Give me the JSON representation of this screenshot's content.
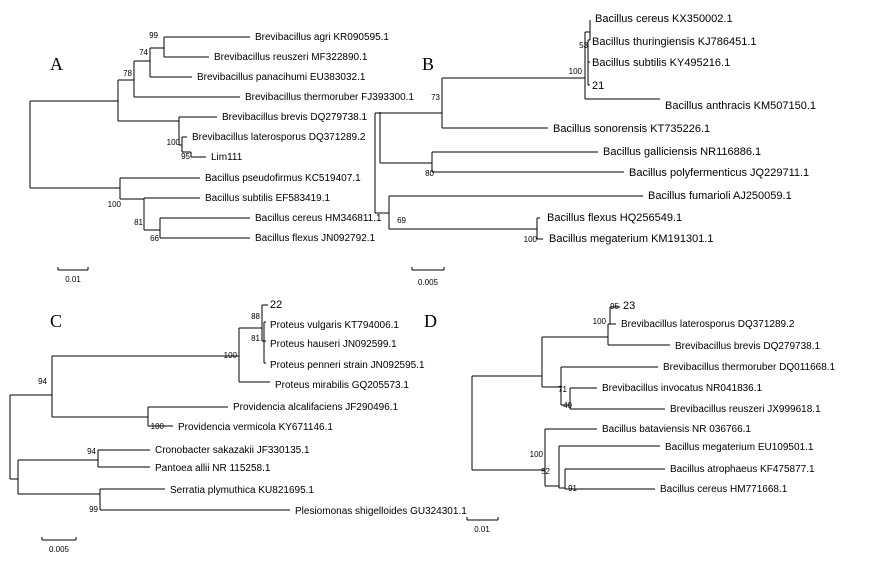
{
  "panels": [
    {
      "letter": "A",
      "scale_label": "0.01",
      "taxa": [
        "Brevibacillus agri KR090595.1",
        "Brevibacillus reuszeri MF322890.1",
        "Brevibacillus panacihumi EU383032.1",
        "Brevibacillus thermoruber FJ393300.1",
        "Brevibacillus brevis DQ279738.1",
        "Brevibacillus laterosporus DQ371289.2",
        "Lim111",
        "Bacillus pseudofirmus KC519407.1",
        "Bacillus subtilis EF583419.1",
        "Bacillus cereus HM346811.1",
        "Bacillus flexus JN092792.1"
      ],
      "bootstrap": [
        "99",
        "74",
        "78",
        "100",
        "95",
        "100",
        "81",
        "66"
      ]
    },
    {
      "letter": "B",
      "scale_label": "0.005",
      "taxa": [
        "Bacillus cereus KX350002.1",
        "Bacillus thuringiensis KJ786451.1",
        "Bacillus subtilis KY495216.1",
        "21",
        "Bacillus anthracis KM507150.1",
        "Bacillus sonorensis KT735226.1",
        "Bacillus galliciensis NR116886.1",
        "Bacillus polyfermenticus JQ229711.1",
        "Bacillus fumarioli AJ250059.1",
        "Bacillus flexus HQ256549.1",
        "Bacillus megaterium KM191301.1"
      ],
      "bootstrap": [
        "53",
        "100",
        "73",
        "80",
        "69",
        "100"
      ]
    },
    {
      "letter": "C",
      "scale_label": "0.005",
      "taxa": [
        "22",
        "Proteus vulgaris KT794006.1",
        "Proteus hauseri JN092599.1",
        "Proteus penneri strain JN092595.1",
        "Proteus mirabilis GQ205573.1",
        "Providencia alcalifaciens JF290496.1",
        "Providencia vermicola KY671146.1",
        "Cronobacter sakazakii JF330135.1",
        "Pantoea allii NR 115258.1",
        "Serratia plymuthica KU821695.1",
        "Plesiomonas shigelloides GU324301.1"
      ],
      "bootstrap": [
        "88",
        "81",
        "100",
        "100",
        "94",
        "94",
        "99"
      ]
    },
    {
      "letter": "D",
      "scale_label": "0.01",
      "taxa": [
        "23",
        "Brevibacillus laterosporus DQ371289.2",
        "Brevibacillus brevis DQ279738.1",
        "Brevibacillus thermoruber DQ011668.1",
        "Brevibacillus invocatus NR041836.1",
        "Brevibacillus reuszeri JX999618.1",
        "Bacillus bataviensis NR 036766.1",
        "Bacillus megaterium EU109501.1",
        "Bacillus atrophaeus KF475877.1",
        "Bacillus cereus HM771668.1"
      ],
      "bootstrap": [
        "95",
        "100",
        "71",
        "40",
        "100",
        "52",
        "91"
      ]
    }
  ]
}
